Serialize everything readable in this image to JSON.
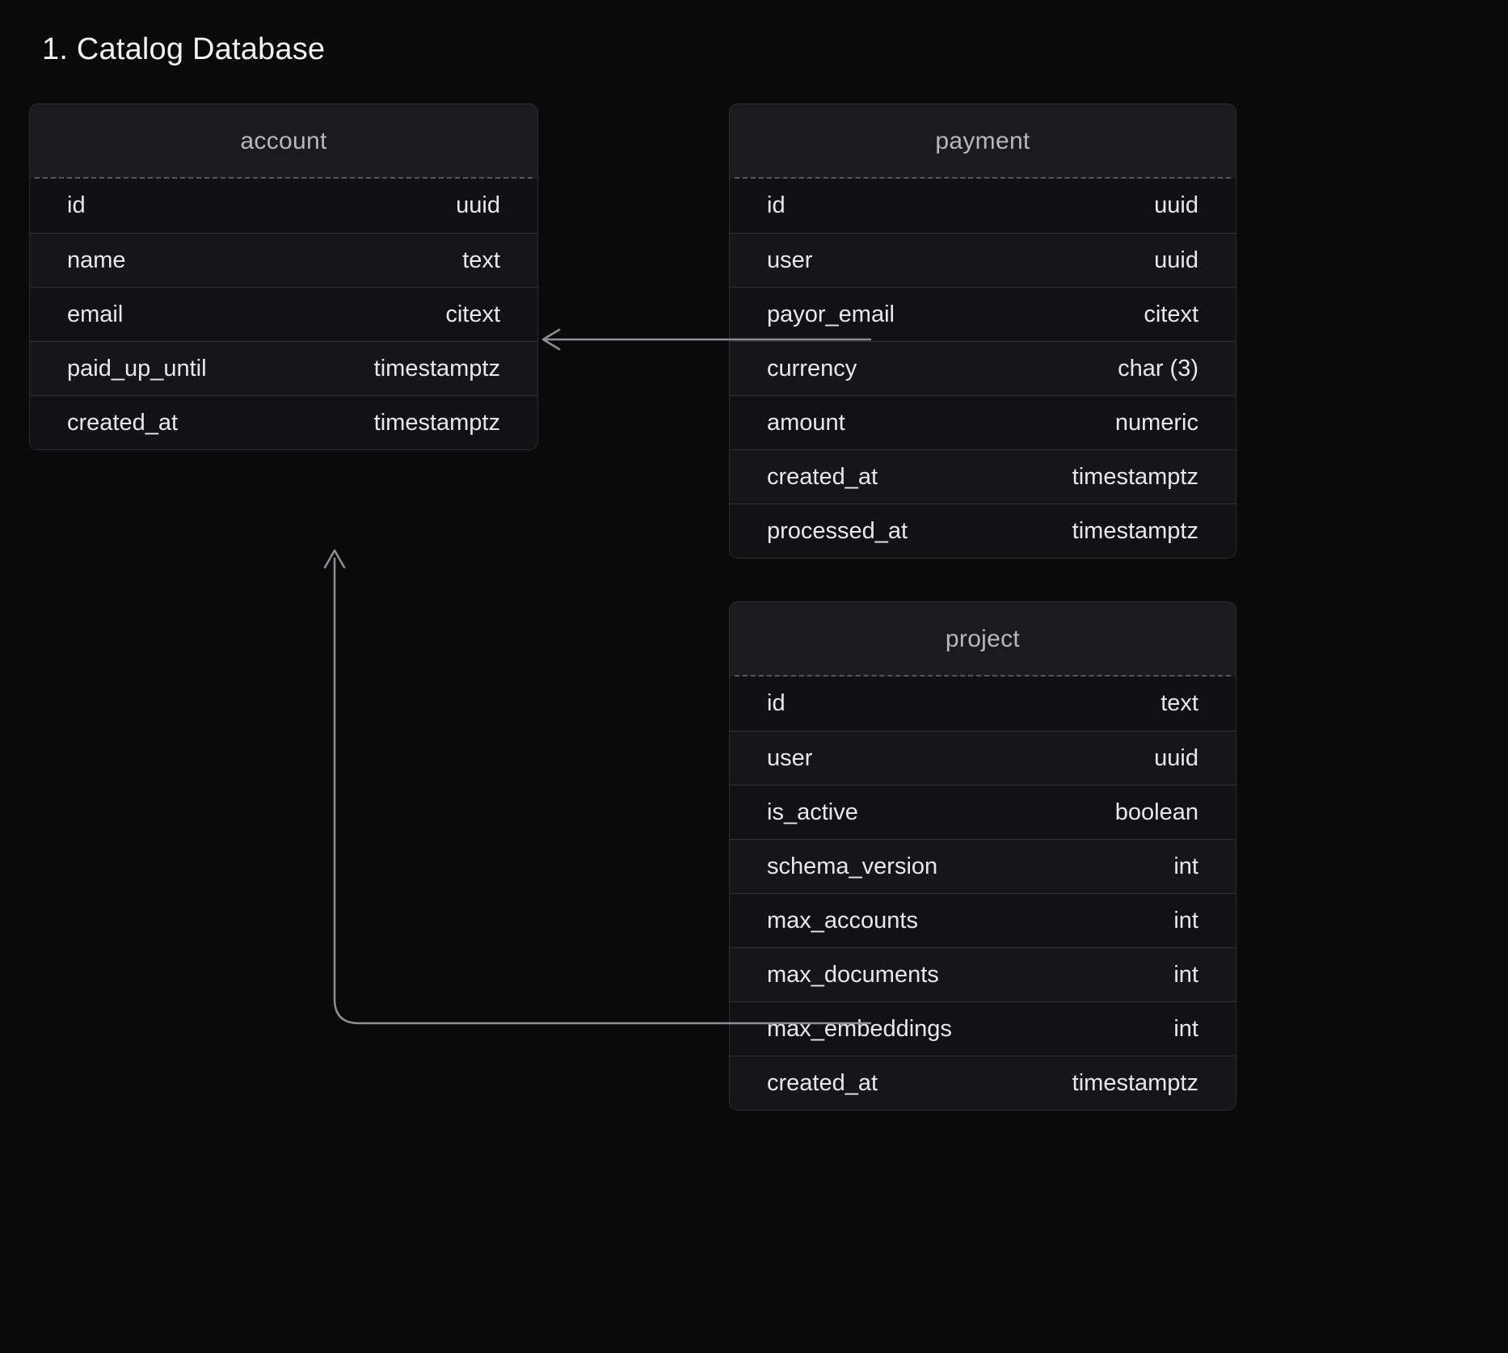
{
  "page": {
    "title": "1. Catalog Database",
    "background_color": "#0a0a0a",
    "text_color": "#e8e8ea",
    "table_header_color": "#b8b8bb",
    "connector_color": "#8e8e93"
  },
  "tables": [
    {
      "name": "account",
      "columns": [
        {
          "name": "id",
          "type": "uuid"
        },
        {
          "name": "name",
          "type": "text"
        },
        {
          "name": "email",
          "type": "citext"
        },
        {
          "name": "paid_up_until",
          "type": "timestamptz"
        },
        {
          "name": "created_at",
          "type": "timestamptz"
        }
      ]
    },
    {
      "name": "payment",
      "columns": [
        {
          "name": "id",
          "type": "uuid"
        },
        {
          "name": "user",
          "type": "uuid"
        },
        {
          "name": "payor_email",
          "type": "citext"
        },
        {
          "name": "currency",
          "type": "char (3)"
        },
        {
          "name": "amount",
          "type": "numeric"
        },
        {
          "name": "created_at",
          "type": "timestamptz"
        },
        {
          "name": "processed_at",
          "type": "timestamptz"
        }
      ]
    },
    {
      "name": "project",
      "columns": [
        {
          "name": "id",
          "type": "text"
        },
        {
          "name": "user",
          "type": "uuid"
        },
        {
          "name": "is_active",
          "type": "boolean"
        },
        {
          "name": "schema_version",
          "type": "int"
        },
        {
          "name": "max_accounts",
          "type": "int"
        },
        {
          "name": "max_documents",
          "type": "int"
        },
        {
          "name": "max_embeddings",
          "type": "int"
        },
        {
          "name": "created_at",
          "type": "timestamptz"
        }
      ]
    }
  ],
  "relations": [
    {
      "from": "payment.user",
      "to": "account.id",
      "style": "straight-arrow-left"
    },
    {
      "from": "project.user",
      "to": "account.id",
      "style": "elbow-arrow-up"
    }
  ]
}
